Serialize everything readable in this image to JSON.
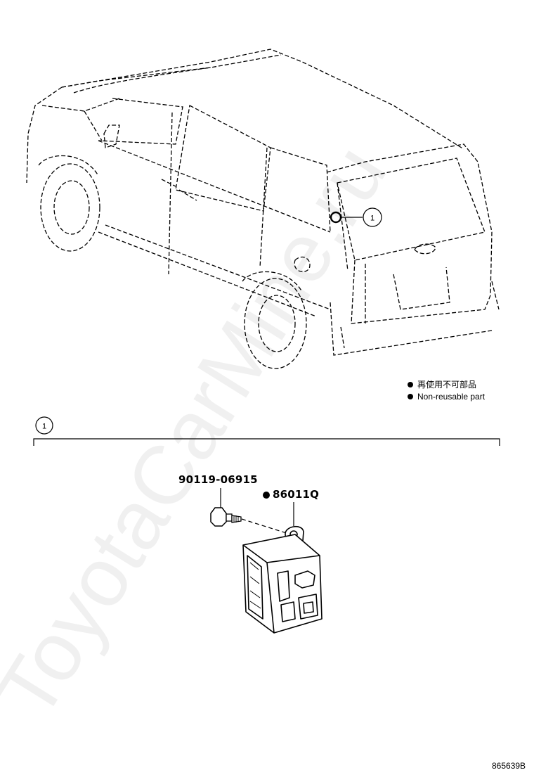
{
  "callout": {
    "number": "1"
  },
  "legend": {
    "items": [
      {
        "text": "再使用不可部品"
      },
      {
        "text": "Non-reusable part"
      }
    ]
  },
  "parts": {
    "bolt": {
      "number": "90119-06915"
    },
    "component": {
      "number": "86011Q",
      "non_reusable": true
    }
  },
  "figure_code": "865639B",
  "watermark": "ToyotaCarMine.ru"
}
